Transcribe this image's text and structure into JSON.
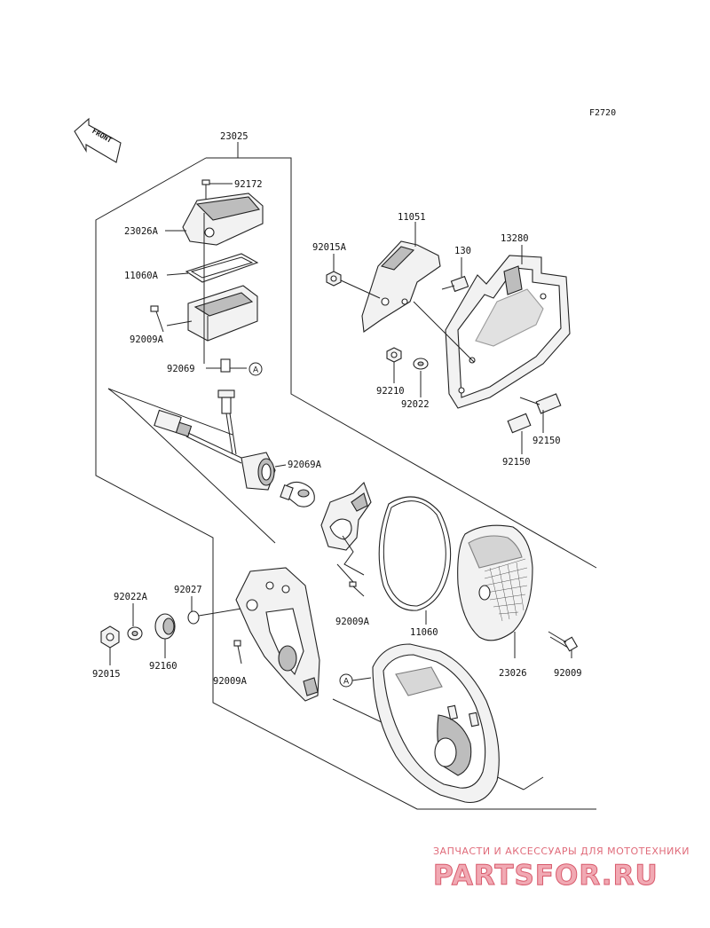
{
  "figure_code": "F2720",
  "front_label": "FRONT",
  "ref_marker": "A",
  "part_labels": {
    "assembly": "23025",
    "screw_top": "92172",
    "cover_a": "23026A",
    "gasket_a": "11060A",
    "screw_left": "92009A",
    "clip": "92069",
    "bracket_plate": "11051",
    "nut_92015a": "92015A",
    "bolt_130": "130",
    "plate_13280": "13280",
    "nut_92210": "92210",
    "washer_92022": "92022",
    "bolt_92150_a": "92150",
    "bolt_92150_b": "92150",
    "socket_92069a": "92069A",
    "screw_mid": "92009A",
    "gasket": "11060",
    "lens": "23026",
    "screw_right": "92009",
    "washer_92022a": "92022A",
    "collar_92027": "92027",
    "nut_92015": "92015",
    "grommet_92160": "92160",
    "screw_bottom": "92009A"
  },
  "watermark": {
    "tagline": "ЗАПЧАСТИ И АКСЕССУАРЫ ДЛЯ МОТОТЕХНИКИ",
    "brand": "PARTSFOR.RU"
  }
}
